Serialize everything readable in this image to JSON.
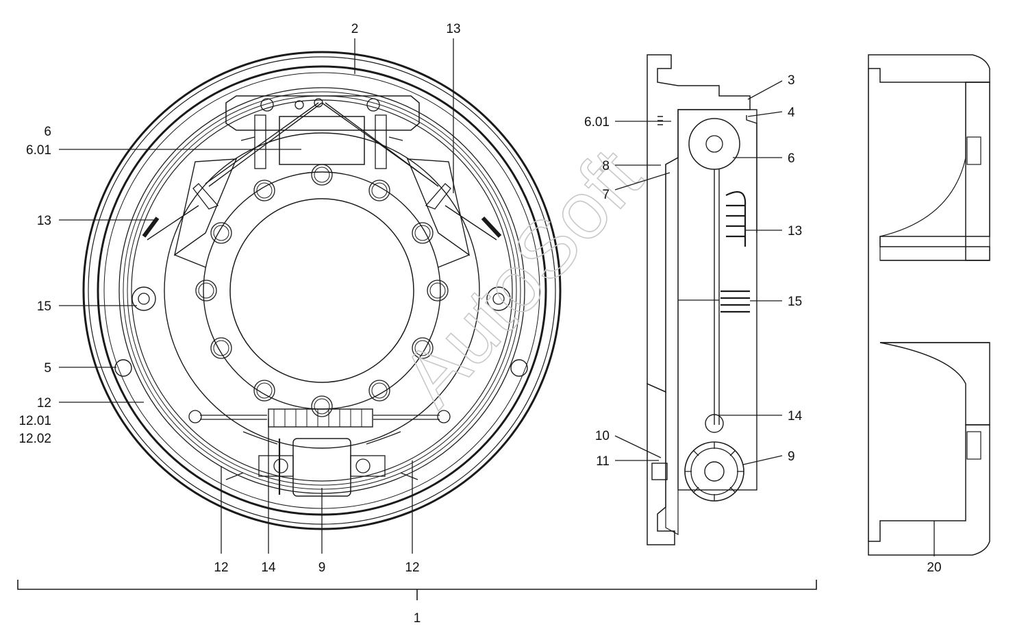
{
  "watermark": "AutoSoft",
  "labels": {
    "top_2": "2",
    "top_13": "13",
    "l_6": "6",
    "l_601": "6.01",
    "l_13": "13",
    "l_15": "15",
    "l_5": "5",
    "l_12": "12",
    "l_1201": "12.01",
    "l_1202": "12.02",
    "b_12a": "12",
    "b_14": "14",
    "b_9": "9",
    "b_12b": "12",
    "s_3": "3",
    "s_4": "4",
    "s_601": "6.01",
    "s_6": "6",
    "s_8": "8",
    "s_7": "7",
    "s_13": "13",
    "s_15": "15",
    "s_14": "14",
    "s_10": "10",
    "s_11": "11",
    "s_9": "9",
    "d_20": "20",
    "assembly_1": "1"
  }
}
